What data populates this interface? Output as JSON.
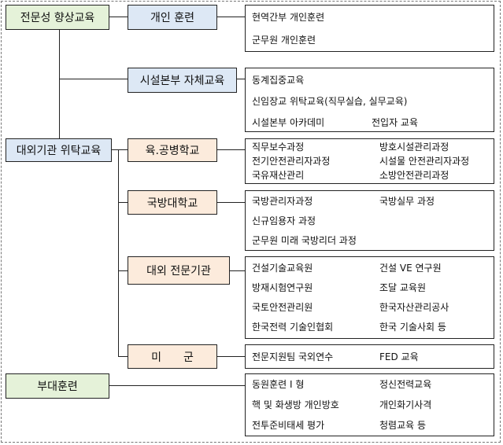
{
  "categories": {
    "expertise": "전문성 향상교육",
    "external": "대외기관 위탁교육",
    "unit": "부대훈련"
  },
  "programs": {
    "individual": {
      "label": "개인 훈련",
      "items": [
        "현역간부 개인훈련",
        "군무원 개인훈련"
      ]
    },
    "hq": {
      "label": "시설본부 자체교육",
      "items": [
        "동계집중교육",
        "신임장교 위탁교육(직무실습, 실무교육)",
        "시설본부 아카데미",
        "전입자 교육"
      ]
    },
    "army_school": {
      "label": "육.공병학교",
      "items": [
        "직무보수과정",
        "방호시설관리과정",
        "전기안전관리자과정",
        "시설물 안전관리자과정",
        "국유재산관리",
        "소방안전관리과정"
      ]
    },
    "defense_univ": {
      "label": "국방대학교",
      "items": [
        "국방관리자과정",
        "국방실무 과정",
        "신규임용자 과정",
        "군무원 미래 국방리더 과정"
      ]
    },
    "external_inst": {
      "label": "대외 전문기관",
      "items": [
        "건설기술교육원",
        "건설 VE 연구원",
        "방재시험연구원",
        "조달 교육원",
        "국토안전관리원",
        "한국자산관리공사",
        "한국전력 기술인협회",
        "한국 기술사회 등"
      ]
    },
    "us_army": {
      "label": "미　　군",
      "items": [
        "전문지원팀 국외연수",
        "FED 교육"
      ]
    },
    "unit_training": {
      "items": [
        "동원훈련 I 형",
        "정신전력교육",
        "핵 및 화생방 개인방호",
        "개인화기사격",
        "전투준비태세 평가",
        "청렴교육 등"
      ]
    }
  }
}
